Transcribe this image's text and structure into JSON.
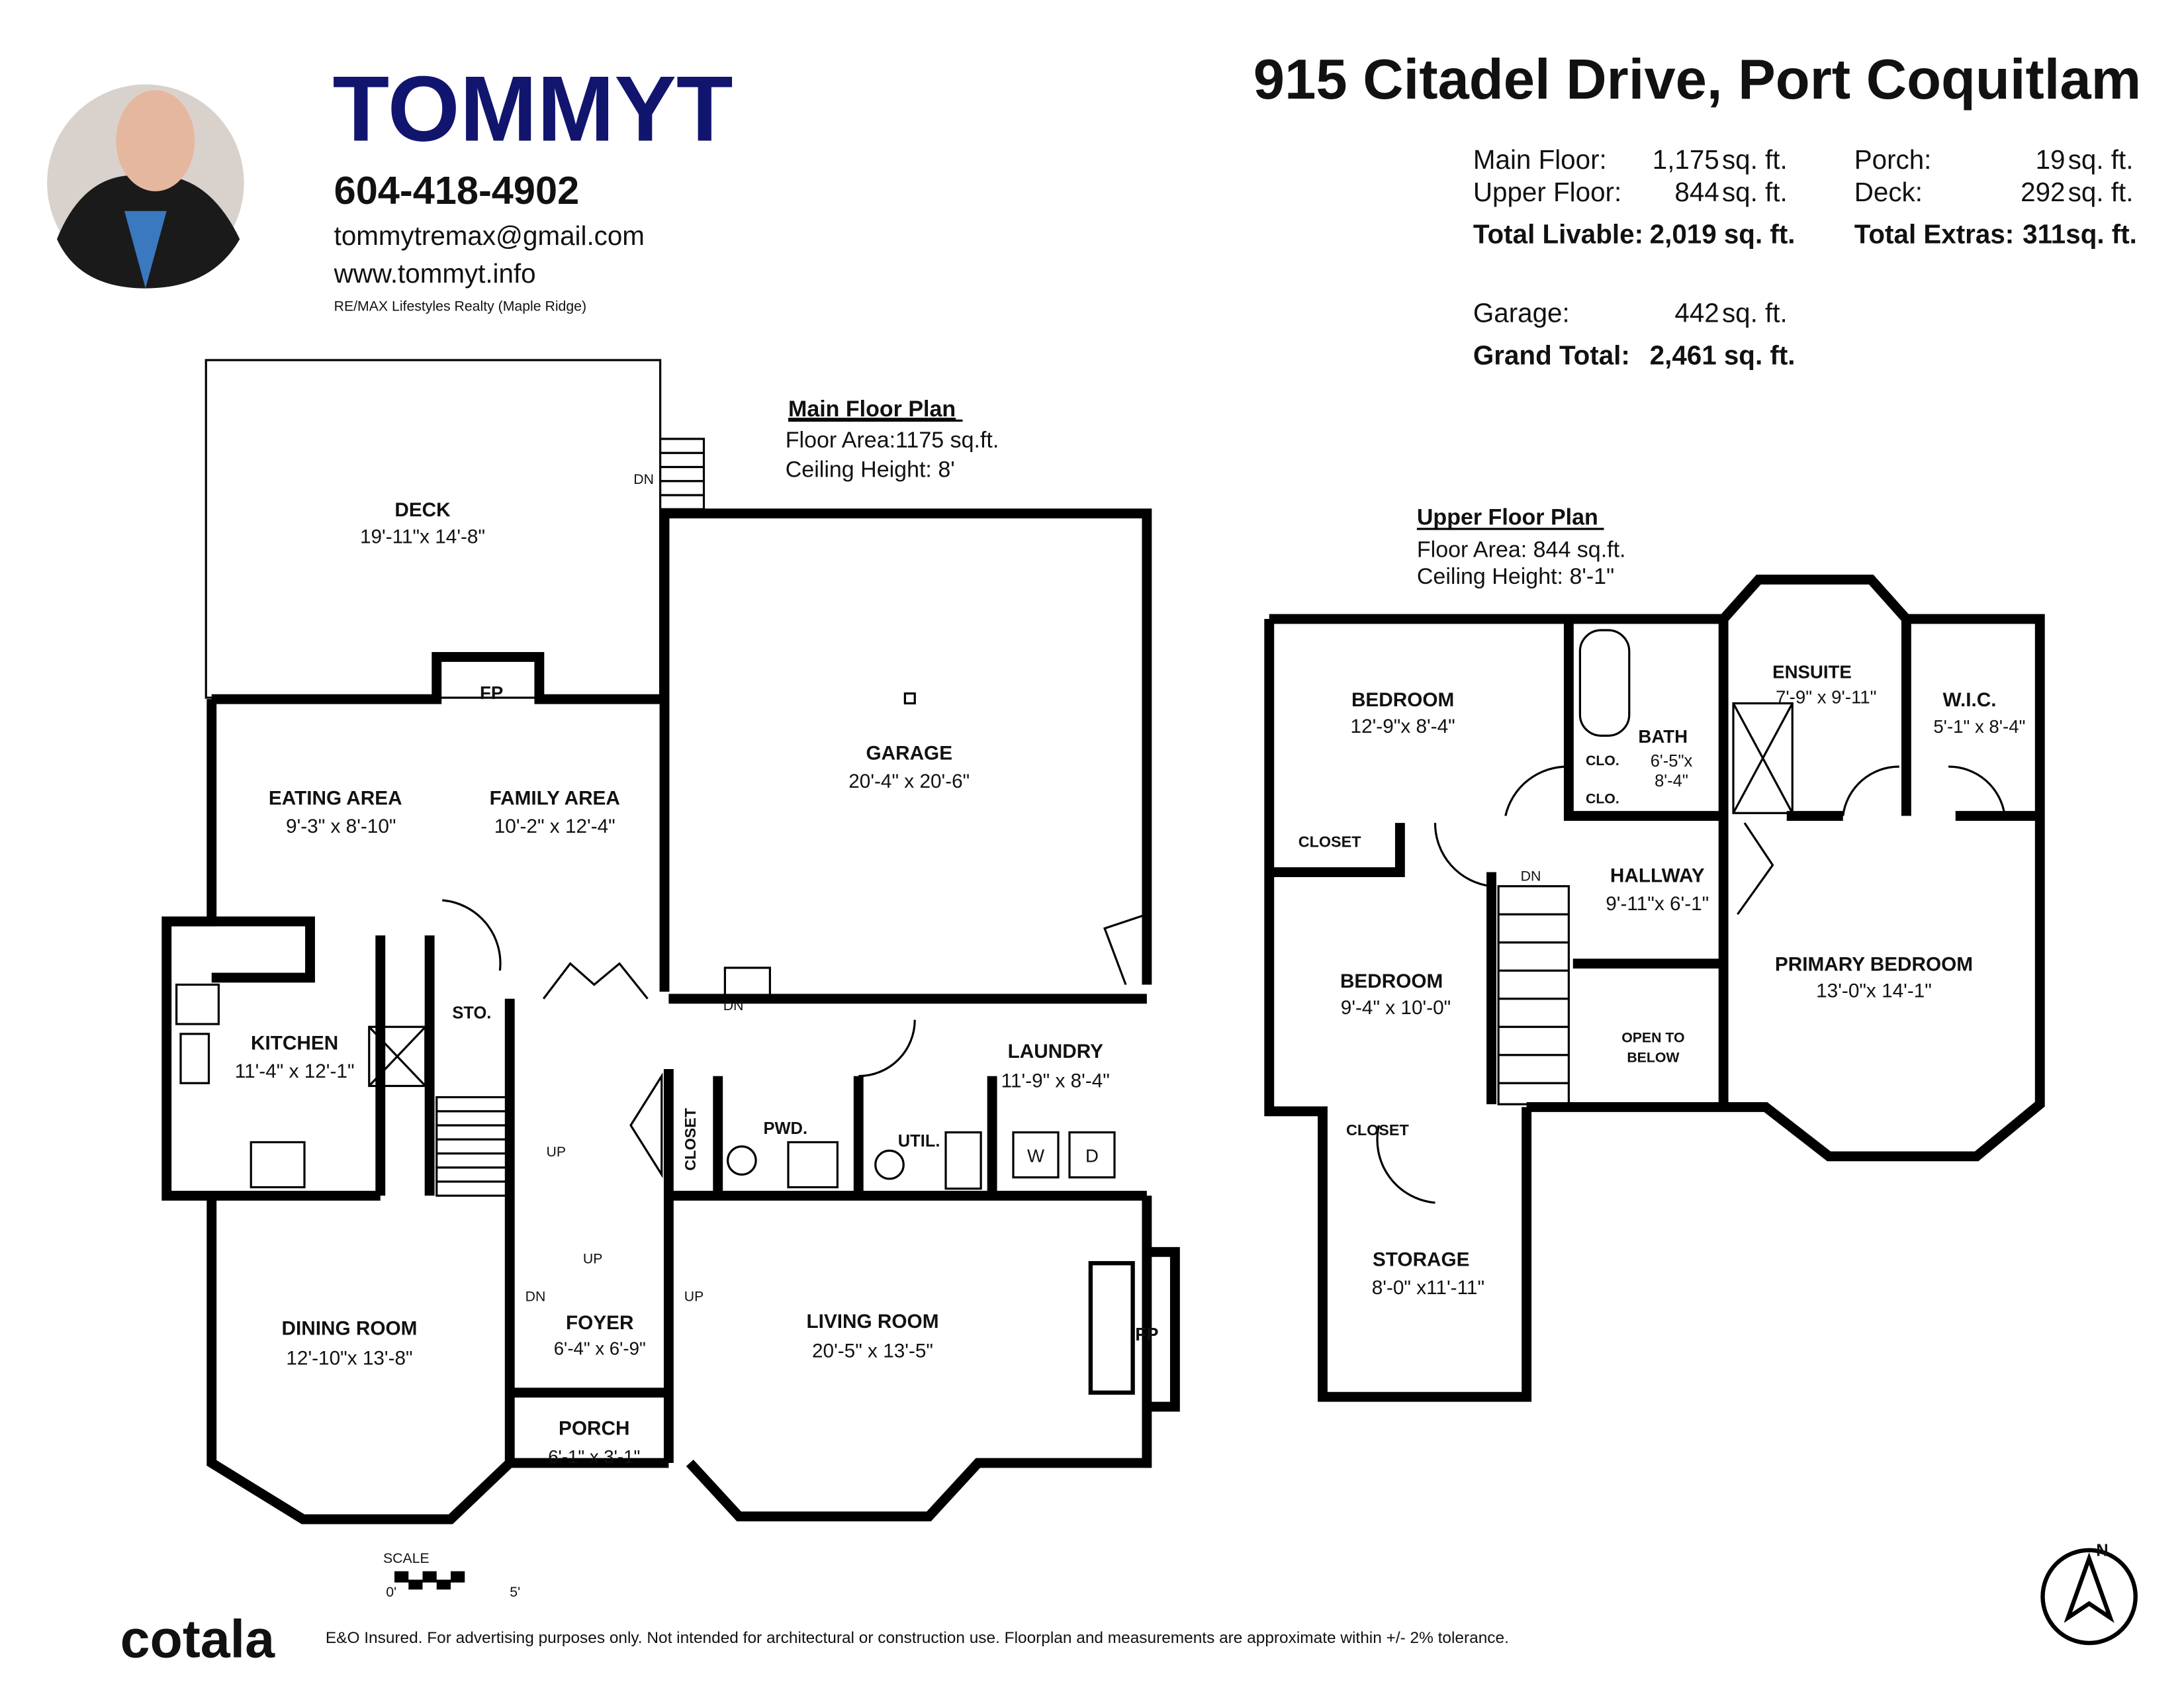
{
  "agent": {
    "brand": "TOMMYT",
    "phone": "604-418-4902",
    "email": "tommytremax@gmail.com",
    "website": "www.tommyt.info",
    "brokerage": "RE/MAX Lifestyles Realty (Maple Ridge)",
    "brand_color": "#12156e"
  },
  "property": {
    "address": "915 Citadel Drive, Port Coquitlam",
    "areas": {
      "main_floor": {
        "label": "Main Floor:",
        "value": "1,175",
        "unit": "sq. ft."
      },
      "upper_floor": {
        "label": "Upper Floor:",
        "value": "844",
        "unit": "sq. ft."
      },
      "total_livable": {
        "label": "Total Livable:",
        "value": "2,019 sq. ft."
      },
      "porch": {
        "label": "Porch:",
        "value": "19",
        "unit": "sq. ft."
      },
      "deck": {
        "label": "Deck:",
        "value": "292",
        "unit": "sq. ft."
      },
      "total_extras": {
        "label": "Total Extras:",
        "value": "311sq. ft."
      },
      "garage": {
        "label": "Garage:",
        "value": "442",
        "unit": "sq. ft."
      },
      "grand_total": {
        "label": "Grand Total:",
        "value": "2,461 sq. ft."
      }
    }
  },
  "main_floor_plan": {
    "title": "Main Floor Plan",
    "floor_area": "Floor Area:1175 sq.ft.",
    "ceiling": "Ceiling Height: 8'",
    "rooms": {
      "deck": {
        "name": "DECK",
        "dims": "19'-11\"x 14'-8\""
      },
      "eating": {
        "name": "EATING AREA",
        "dims": "9'-3\" x 8'-10\""
      },
      "family": {
        "name": "FAMILY AREA",
        "dims": "10'-2\" x 12'-4\""
      },
      "garage": {
        "name": "GARAGE",
        "dims": "20'-4\" x 20'-6\""
      },
      "kitchen": {
        "name": "KITCHEN",
        "dims": "11'-4\" x 12'-1\""
      },
      "laundry": {
        "name": "LAUNDRY",
        "dims": "11'-9\" x 8'-4\""
      },
      "dining": {
        "name": "DINING ROOM",
        "dims": "12'-10\"x 13'-8\""
      },
      "foyer": {
        "name": "FOYER",
        "dims": "6'-4\" x 6'-9\""
      },
      "living": {
        "name": "LIVING ROOM",
        "dims": "20'-5\" x 13'-5\""
      },
      "porch": {
        "name": "PORCH",
        "dims": "6'-1\" x 3'-1\""
      }
    },
    "labels": {
      "fp": "FP",
      "sto": "STO.",
      "closet": "CLOSET",
      "pwd": "PWD.",
      "util": "UTIL.",
      "washer": "W",
      "dryer": "D",
      "dn": "DN",
      "up": "UP"
    }
  },
  "upper_floor_plan": {
    "title": "Upper Floor Plan",
    "floor_area": "Floor Area: 844 sq.ft.",
    "ceiling": "Ceiling Height: 8'-1\"",
    "rooms": {
      "bedroom1": {
        "name": "BEDROOM",
        "dims": "12'-9\"x 8'-4\""
      },
      "bath": {
        "name": "BATH",
        "dims1": "6'-5\"x",
        "dims2": "8'-4\""
      },
      "ensuite": {
        "name": "ENSUITE",
        "dims": "7'-9\" x 9'-11\""
      },
      "wic": {
        "name": "W.I.C.",
        "dims": "5'-1\" x 8'-4\""
      },
      "hallway": {
        "name": "HALLWAY",
        "dims": "9'-11\"x 6'-1\""
      },
      "bedroom2": {
        "name": "BEDROOM",
        "dims": "9'-4\" x 10'-0\""
      },
      "primary": {
        "name": "PRIMARY BEDROOM",
        "dims": "13'-0\"x 14'-1\""
      },
      "storage": {
        "name": "STORAGE",
        "dims": "8'-0\" x11'-11\""
      },
      "open1": "OPEN TO",
      "open2": "BELOW"
    },
    "labels": {
      "closet": "CLOSET",
      "clo": "CLO.",
      "dn": "DN"
    }
  },
  "scale": {
    "label": "SCALE",
    "min": "0'",
    "max": "5'"
  },
  "compass": "N",
  "footer": {
    "logo": "cotala",
    "disclaimer": "E&O Insured. For advertising purposes only. Not intended for architectural or construction use. Floorplan and measurements are approximate within +/- 2% tolerance."
  }
}
